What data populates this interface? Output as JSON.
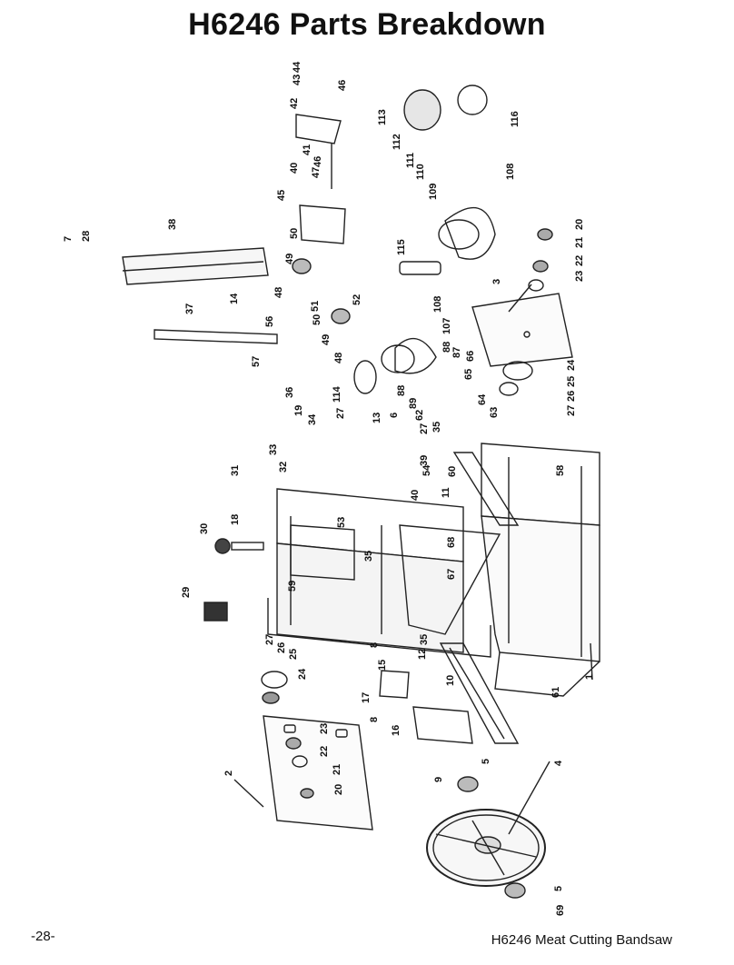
{
  "header": {
    "title": "H6246 Parts Breakdown"
  },
  "footer": {
    "page_number": "-28-",
    "manual_name": "H6246 Meat Cutting Bandsaw"
  },
  "diagram": {
    "callouts": [
      "1",
      "2",
      "3",
      "4",
      "5",
      "5",
      "6",
      "7",
      "8",
      "8",
      "9",
      "10",
      "11",
      "12",
      "13",
      "14",
      "15",
      "16",
      "17",
      "18",
      "19",
      "20",
      "20",
      "21",
      "21",
      "22",
      "22",
      "23",
      "23",
      "24",
      "24",
      "25",
      "25",
      "26",
      "26",
      "27",
      "27",
      "27",
      "27",
      "28",
      "29",
      "30",
      "31",
      "32",
      "33",
      "34",
      "35",
      "35",
      "35",
      "36",
      "37",
      "38",
      "39",
      "40",
      "40",
      "41",
      "42",
      "43",
      "44",
      "45",
      "46",
      "46",
      "47",
      "48",
      "48",
      "49",
      "49",
      "50",
      "50",
      "51",
      "52",
      "53",
      "54",
      "56",
      "57",
      "58",
      "59",
      "60",
      "61",
      "62",
      "63",
      "64",
      "65",
      "66",
      "67",
      "68",
      "69",
      "87",
      "88",
      "88",
      "89",
      "107",
      "108",
      "108",
      "109",
      "110",
      "111",
      "112",
      "113",
      "114",
      "115",
      "116"
    ]
  }
}
